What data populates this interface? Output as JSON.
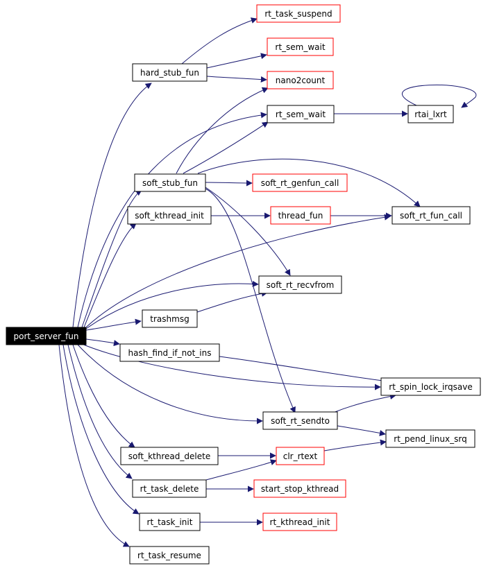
{
  "colors": {
    "edge": "#191970",
    "box_border_black": "#000000",
    "box_border_red": "#ff0000",
    "root_fill": "#000000",
    "root_text": "#ffffff",
    "text": "#000000"
  },
  "nodes": {
    "port_server_fun": "port_server_fun",
    "hard_stub_fun": "hard_stub_fun",
    "rt_task_suspend": "rt_task_suspend",
    "rt_sem_wait_1": "rt_sem_wait",
    "nano2count": "nano2count",
    "rt_sem_wait_2": "rt_sem_wait",
    "rtai_lxrt": "rtai_lxrt",
    "soft_stub_fun": "soft_stub_fun",
    "soft_rt_genfun_call": "soft_rt_genfun_call",
    "soft_kthread_init": "soft_kthread_init",
    "thread_fun": "thread_fun",
    "soft_rt_fun_call": "soft_rt_fun_call",
    "soft_rt_recvfrom": "soft_rt_recvfrom",
    "trashmsg": "trashmsg",
    "hash_find_if_not_ins": "hash_find_if_not_ins",
    "rt_spin_lock_irqsave": "rt_spin_lock_irqsave",
    "soft_rt_sendto": "soft_rt_sendto",
    "rt_pend_linux_srq": "rt_pend_linux_srq",
    "soft_kthread_delete": "soft_kthread_delete",
    "clr_rtext": "clr_rtext",
    "rt_task_delete": "rt_task_delete",
    "start_stop_kthread": "start_stop_kthread",
    "rt_task_init": "rt_task_init",
    "rt_kthread_init": "rt_kthread_init",
    "rt_task_resume": "rt_task_resume"
  }
}
